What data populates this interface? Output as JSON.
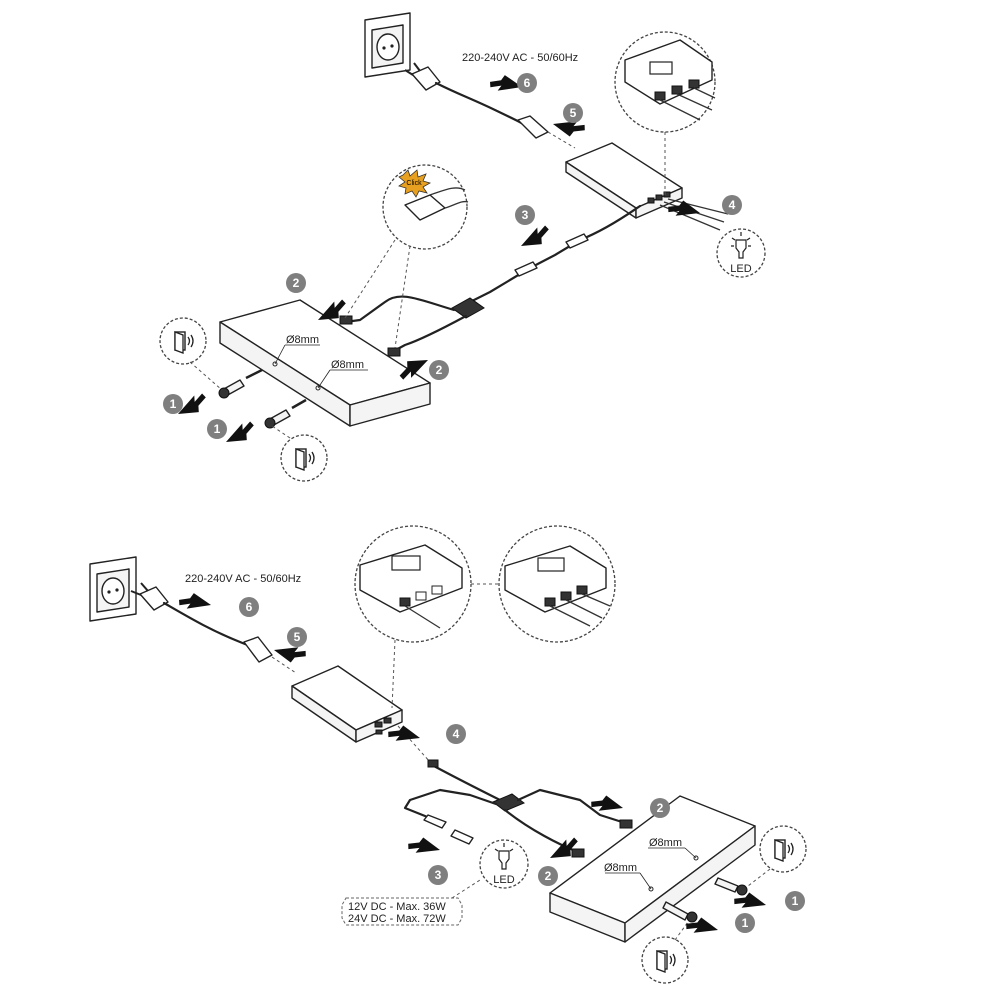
{
  "diagrams": [
    {
      "supply_label": "220-240V AC - 50/60Hz",
      "hole_label_1": "Ø8mm",
      "hole_label_2": "Ø8mm",
      "led_label": "LED",
      "click_label": "Click",
      "steps": [
        "1",
        "1",
        "2",
        "2",
        "3",
        "4",
        "5",
        "6"
      ]
    },
    {
      "supply_label": "220-240V AC - 50/60Hz",
      "hole_label_1": "Ø8mm",
      "hole_label_2": "Ø8mm",
      "led_label": "LED",
      "spec_line_1": "12V DC - Max. 36W",
      "spec_line_2": "24V DC - Max. 72W",
      "steps": [
        "1",
        "1",
        "2",
        "2",
        "3",
        "4",
        "5",
        "6"
      ]
    }
  ],
  "icons": [
    "wall-socket-icon",
    "plug-icon",
    "door-sensor-icon",
    "led-lamp-icon",
    "click-burst-icon",
    "push-arrow-icon"
  ]
}
